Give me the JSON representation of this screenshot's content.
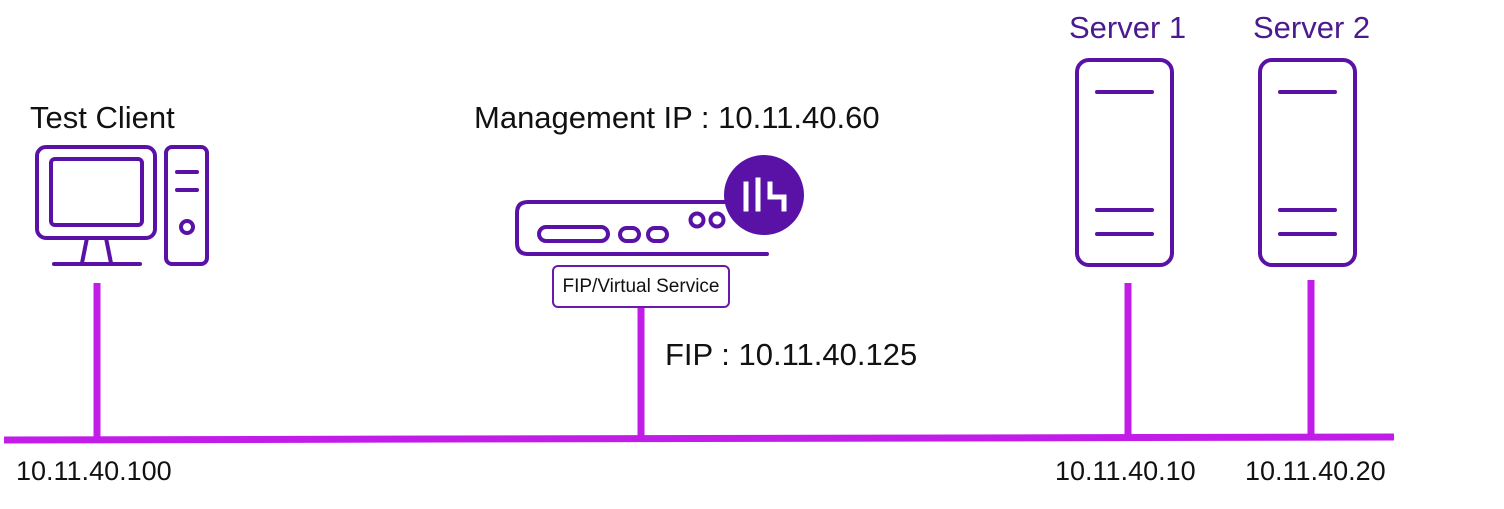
{
  "colors": {
    "network_line": "#c21de8",
    "icon_stroke": "#5a12a6",
    "logo_fill": "#5a12a6",
    "server_label": "#4b1a8f",
    "text": "#111111"
  },
  "nodes": {
    "client": {
      "label": "Test Client",
      "ip": "10.11.40.100",
      "icon": "desktop-computer-icon"
    },
    "load_balancer": {
      "management_label": "Management IP : 10.11.40.60",
      "box_label": "FIP/Virtual Service",
      "fip_label": "FIP : 10.11.40.125",
      "icon": "appliance-icon",
      "logo": "avi-logo-icon"
    },
    "server1": {
      "label": "Server 1",
      "ip": "10.11.40.10",
      "icon": "server-tower-icon"
    },
    "server2": {
      "label": "Server 2",
      "ip": "10.11.40.20",
      "icon": "server-tower-icon"
    }
  }
}
